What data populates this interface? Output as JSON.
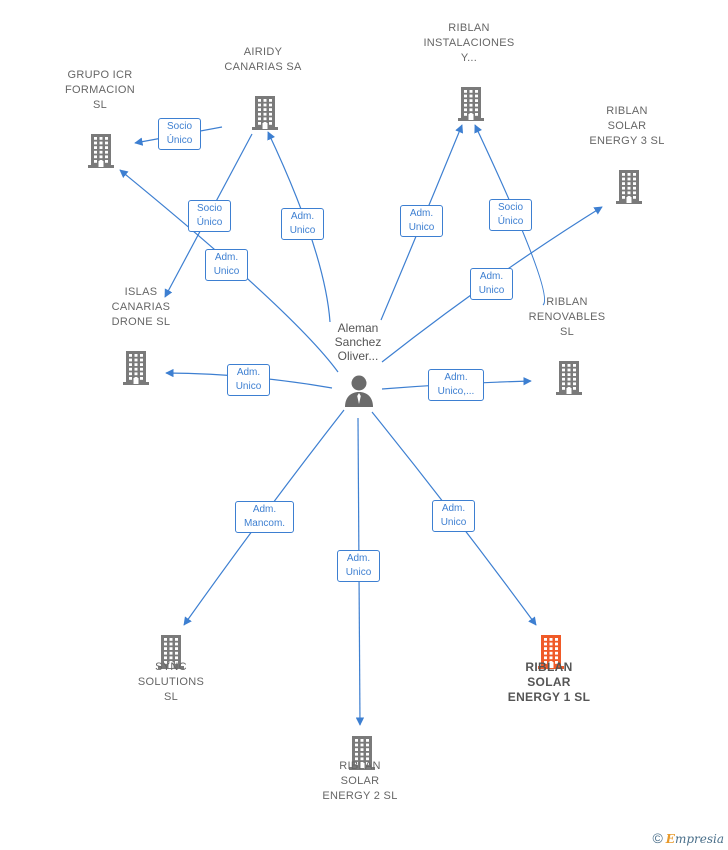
{
  "colors": {
    "edge": "#3d7fd1",
    "building": "#7a7a7a",
    "building_highlight": "#f05a28",
    "person": "#6b6b6b",
    "label": "#666666"
  },
  "center": {
    "label": "Aleman\nSanchez\nOliver..."
  },
  "nodes": [
    {
      "id": "grupo-icr",
      "label": "GRUPO ICR\nFORMACION\nSL",
      "highlight": false
    },
    {
      "id": "airidy",
      "label": "AIRIDY\nCANARIAS SA",
      "highlight": false
    },
    {
      "id": "riblan-instalaciones",
      "label": "RIBLAN\nINSTALACIONES\nY...",
      "highlight": false
    },
    {
      "id": "riblan-solar-3",
      "label": "RIBLAN\nSOLAR\nENERGY 3  SL",
      "highlight": false
    },
    {
      "id": "islas-canarias",
      "label": "ISLAS\nCANARIAS\nDRONE  SL",
      "highlight": false
    },
    {
      "id": "riblan-renovables",
      "label": "RIBLAN\nRENOVABLES\nSL",
      "highlight": false
    },
    {
      "id": "sync-solutions",
      "label": "SYNC\nSOLUTIONS\nSL",
      "highlight": false
    },
    {
      "id": "riblan-solar-2",
      "label": "RIBLAN\nSOLAR\nENERGY 2  SL",
      "highlight": false
    },
    {
      "id": "riblan-solar-1",
      "label": "RIBLAN\nSOLAR\nENERGY 1  SL",
      "highlight": true
    }
  ],
  "edges": [
    {
      "id": "airidy-grupo",
      "label": "Socio\nÚnico"
    },
    {
      "id": "airidy-islas",
      "label": "Socio\nÚnico"
    },
    {
      "id": "person-grupo",
      "label": "Adm.\nUnico"
    },
    {
      "id": "person-airidy",
      "label": "Adm.\nUnico"
    },
    {
      "id": "person-instalaciones",
      "label": "Adm.\nUnico"
    },
    {
      "id": "renovables-instalaciones",
      "label": "Socio\nÚnico"
    },
    {
      "id": "person-solar3",
      "label": "Adm.\nUnico"
    },
    {
      "id": "person-islas",
      "label": "Adm.\nUnico"
    },
    {
      "id": "person-renovables",
      "label": "Adm.\nUnico,..."
    },
    {
      "id": "person-sync",
      "label": "Adm.\nMancom."
    },
    {
      "id": "person-solar2",
      "label": "Adm.\nUnico"
    },
    {
      "id": "person-solar1",
      "label": "Adm.\nUnico"
    }
  ],
  "footer": {
    "copyright": "©",
    "brand_initial": "E",
    "brand_rest": "mpresia"
  }
}
